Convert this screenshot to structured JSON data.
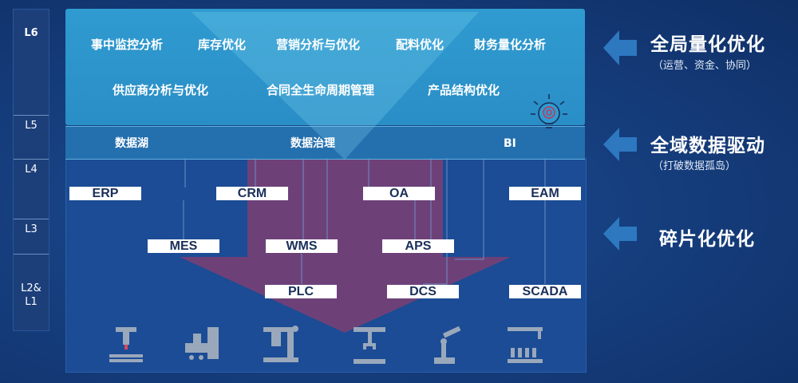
{
  "levels": [
    "L6",
    "L5",
    "L4",
    "L3",
    "L2&\nL1"
  ],
  "l6_items": [
    "事中监控分析",
    "库存优化",
    "营销分析与优化",
    "配料优化",
    "财务量化分析",
    "供应商分析与优化",
    "合同全生命周期管理",
    "产品结构优化"
  ],
  "l5_items": [
    "数据湖",
    "数据治理",
    "BI"
  ],
  "systems": {
    "l4": [
      "ERP",
      "CRM",
      "OA",
      "EAM"
    ],
    "l3": [
      "MES",
      "WMS",
      "APS"
    ],
    "l2": [
      "PLC",
      "DCS",
      "SCADA"
    ]
  },
  "right": {
    "h1": "全局量化优化",
    "h1_sub": "（运营、资金、协同）",
    "h2": "全域数据驱动",
    "h2_sub": "（打破数据孤岛）",
    "h3": "碎片化优化"
  },
  "colors": {
    "accent_light": "#2f9bd0",
    "panel": "#1b4c95",
    "arrow_pink": "#c0395a",
    "right_arrow": "#2e78c0"
  },
  "icons": [
    "lightbulb-icon",
    "cnc-machine-icon",
    "conveyor-machine-icon",
    "milling-machine-icon",
    "robot-gripper-icon",
    "robot-arm-icon",
    "filling-line-icon"
  ]
}
